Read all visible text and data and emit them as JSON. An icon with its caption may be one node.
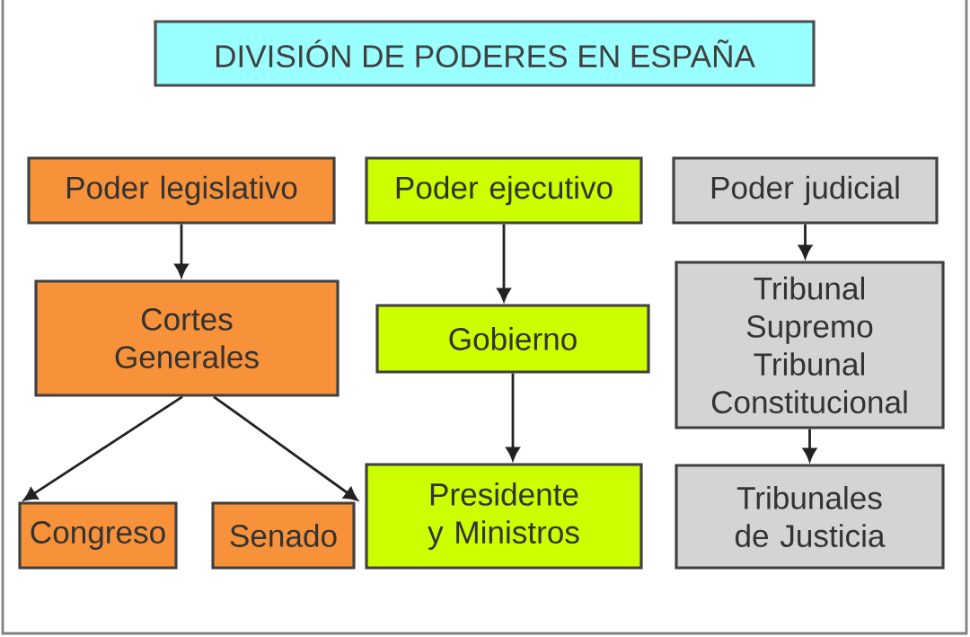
{
  "diagram": {
    "title": "DIVISIÓN DE PODERES EN ESPAÑA",
    "nodes": [
      {
        "text": [
          "Poder legislativo"
        ]
      },
      {
        "text": [
          "Cortes Generales"
        ]
      },
      {
        "text": [
          "Congreso"
        ]
      },
      {
        "text": [
          "Senado"
        ]
      },
      {
        "text": [
          "Poder ejecutivo"
        ]
      },
      {
        "text": [
          "Gobierno"
        ]
      },
      {
        "text": [
          "Presidente y Ministros"
        ]
      },
      {
        "text": [
          "Poder judicial"
        ]
      },
      {
        "text": [
          "Tribunal Supremo Tribunal Constitucional"
        ]
      },
      {
        "text": [
          "Tribunales de Justicia"
        ]
      }
    ],
    "edges": [
      {
        "from": 0,
        "to": 1,
        "arrow": "to"
      },
      {
        "from": 1,
        "to": 2,
        "arrow": "to"
      },
      {
        "from": 1,
        "to": 3,
        "arrow": "to"
      },
      {
        "from": 4,
        "to": 5,
        "arrow": "to"
      },
      {
        "from": 5,
        "to": 6,
        "arrow": "to"
      },
      {
        "from": 7,
        "to": 8,
        "arrow": "to"
      },
      {
        "from": 8,
        "to": 9,
        "arrow": "to"
      }
    ]
  }
}
